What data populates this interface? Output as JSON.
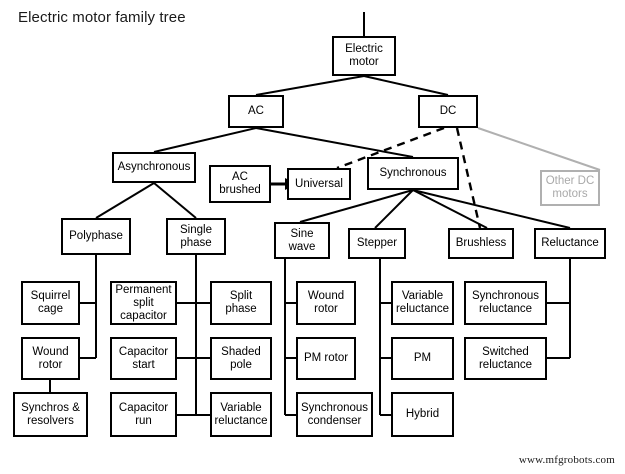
{
  "title": "Electric motor family tree",
  "watermark": "www.mfgrobots.com",
  "colors": {
    "line": "#000000",
    "ghost": "#b0b0b0",
    "ghost_text": "#a9a9a9",
    "background": "#ffffff"
  },
  "nodes": {
    "electric_motor": "Electric motor",
    "ac": "AC",
    "dc": "DC",
    "asynchronous": "Asynchronous",
    "ac_brushed": "AC brushed",
    "universal": "Universal",
    "synchronous": "Synchronous",
    "other_dc_motors": "Other DC motors",
    "polyphase": "Polyphase",
    "single_phase": "Single phase",
    "sine_wave": "Sine wave",
    "stepper": "Stepper",
    "brushless": "Brushless",
    "reluctance": "Reluctance",
    "squirrel_cage": "Squirrel cage",
    "wound_rotor_async": "Wound rotor",
    "synchros_resolvers": "Synchros & resolvers",
    "permanent_split_capacitor": "Permanent split capacitor",
    "capacitor_start": "Capacitor start",
    "capacitor_run": "Capacitor run",
    "split_phase": "Split phase",
    "shaded_pole": "Shaded pole",
    "variable_reluctance_sp": "Variable reluctance",
    "wound_rotor_sine": "Wound rotor",
    "pm_rotor": "PM rotor",
    "synchronous_condenser": "Synchronous condenser",
    "variable_reluctance_step": "Variable reluctance",
    "pm": "PM",
    "hybrid": "Hybrid",
    "synchronous_reluctance": "Synchronous reluctance",
    "switched_reluctance": "Switched reluctance"
  },
  "chart_data": {
    "type": "table",
    "title": "Electric motor family tree",
    "edges": [
      {
        "from": "electric_motor",
        "to": "ac",
        "style": "solid"
      },
      {
        "from": "electric_motor",
        "to": "dc",
        "style": "solid"
      },
      {
        "from": "ac",
        "to": "asynchronous",
        "style": "solid"
      },
      {
        "from": "ac",
        "to": "synchronous",
        "style": "solid"
      },
      {
        "from": "dc",
        "to": "universal",
        "style": "dashed"
      },
      {
        "from": "dc",
        "to": "brushless",
        "style": "dashed"
      },
      {
        "from": "dc",
        "to": "other_dc_motors",
        "style": "gray"
      },
      {
        "from": "ac_brushed",
        "to": "universal",
        "style": "arrow"
      },
      {
        "from": "asynchronous",
        "to": "polyphase",
        "style": "solid"
      },
      {
        "from": "asynchronous",
        "to": "single_phase",
        "style": "solid"
      },
      {
        "from": "synchronous",
        "to": "sine_wave",
        "style": "solid"
      },
      {
        "from": "synchronous",
        "to": "stepper",
        "style": "solid"
      },
      {
        "from": "synchronous",
        "to": "brushless",
        "style": "solid"
      },
      {
        "from": "synchronous",
        "to": "reluctance",
        "style": "solid"
      },
      {
        "from": "polyphase",
        "to": "squirrel_cage",
        "style": "solid"
      },
      {
        "from": "polyphase",
        "to": "wound_rotor_async",
        "style": "solid"
      },
      {
        "from": "wound_rotor_async",
        "to": "synchros_resolvers",
        "style": "solid"
      },
      {
        "from": "single_phase",
        "to": "permanent_split_capacitor",
        "style": "solid"
      },
      {
        "from": "single_phase",
        "to": "capacitor_start",
        "style": "solid"
      },
      {
        "from": "single_phase",
        "to": "capacitor_run",
        "style": "solid"
      },
      {
        "from": "single_phase",
        "to": "split_phase",
        "style": "solid"
      },
      {
        "from": "single_phase",
        "to": "shaded_pole",
        "style": "solid"
      },
      {
        "from": "single_phase",
        "to": "variable_reluctance_sp",
        "style": "solid"
      },
      {
        "from": "sine_wave",
        "to": "wound_rotor_sine",
        "style": "solid"
      },
      {
        "from": "sine_wave",
        "to": "pm_rotor",
        "style": "solid"
      },
      {
        "from": "sine_wave",
        "to": "synchronous_condenser",
        "style": "solid"
      },
      {
        "from": "stepper",
        "to": "variable_reluctance_step",
        "style": "solid"
      },
      {
        "from": "stepper",
        "to": "pm",
        "style": "solid"
      },
      {
        "from": "stepper",
        "to": "hybrid",
        "style": "solid"
      },
      {
        "from": "reluctance",
        "to": "synchronous_reluctance",
        "style": "solid"
      },
      {
        "from": "reluctance",
        "to": "switched_reluctance",
        "style": "solid"
      }
    ]
  }
}
